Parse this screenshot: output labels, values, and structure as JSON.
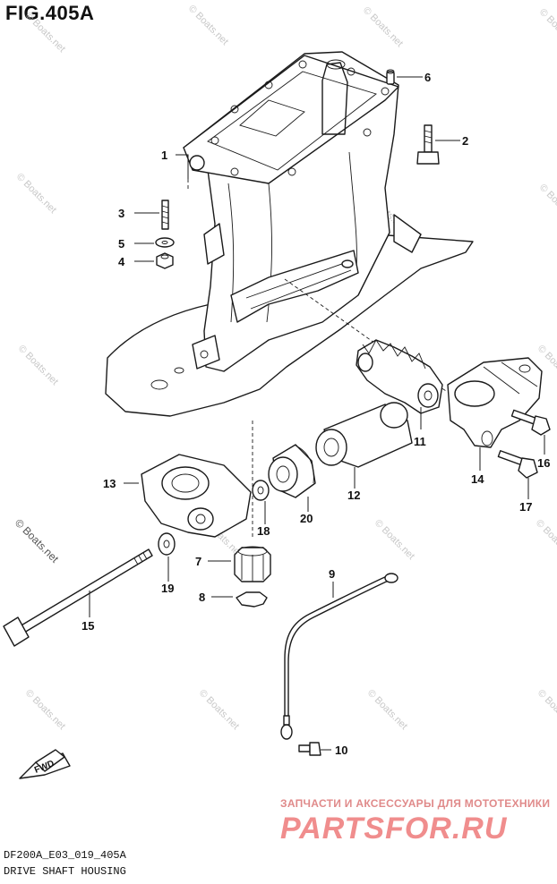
{
  "figure_title": "FIG.405A",
  "model_code": "DF200A_E03_019_405A",
  "caption": "DRIVE SHAFT HOUSING",
  "watermark_text": "© Boats.net",
  "promo_text": "ЗАПЧАСТИ И АКСЕССУАРЫ ДЛЯ МОТОТЕХНИКИ",
  "brand_text": "PARTSFOR.RU",
  "fwd_label": "FWD",
  "colors": {
    "ink": "#1a1a1a",
    "watermark": "#c8c8c8",
    "promo": "#e08a8a",
    "brand": "#f08d8d"
  },
  "callouts": {
    "c1": "1",
    "c2": "2",
    "c3": "3",
    "c4": "4",
    "c5": "5",
    "c6": "6",
    "c7": "7",
    "c8": "8",
    "c9": "9",
    "c10": "10",
    "c11": "11",
    "c12": "12",
    "c13": "13",
    "c14": "14",
    "c15": "15",
    "c16": "16",
    "c17": "17",
    "c18": "18",
    "c19": "19",
    "c20": "20"
  }
}
